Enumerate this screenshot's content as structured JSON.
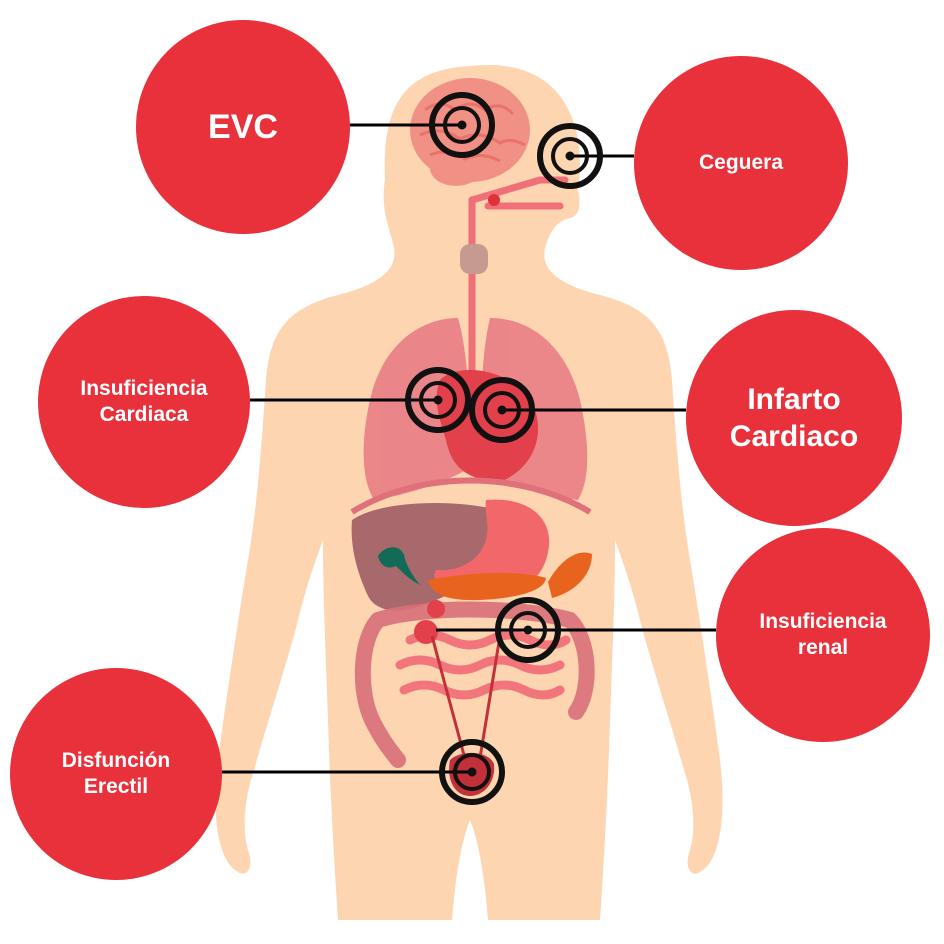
{
  "labels": {
    "evc": "EVC",
    "ceguera": "Ceguera",
    "insuficiencia_cardiaca": "Insuficiencia\nCardiaca",
    "infarto_cardiaco": "Infarto\nCardiaco",
    "insuficiencia_renal": "Insuficiencia\nrenal",
    "disfuncion_erectil": "Disfunción\nErectil"
  },
  "colors": {
    "bubble": "#e8313b",
    "skin": "#fdd5b1",
    "lungs": "#e97f86",
    "heart": "#e2404a",
    "liver": "#9c5a63",
    "stomach": "#f2676a",
    "pancreas": "#e8641e",
    "intestine": "#d9707a",
    "gallbladder": "#126b57",
    "target_ring": "#111111"
  }
}
